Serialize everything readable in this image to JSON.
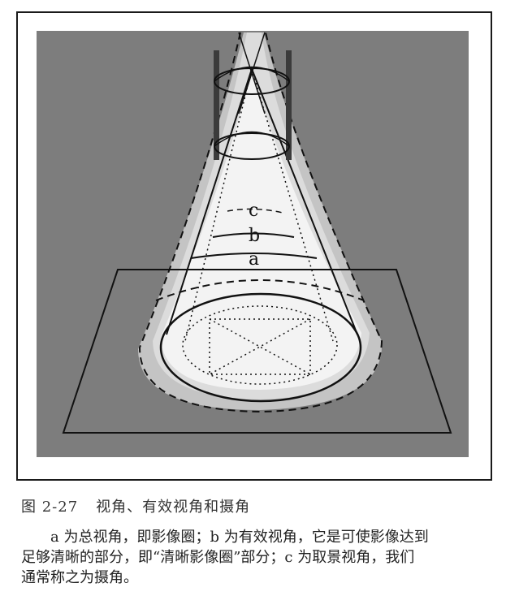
{
  "figure": {
    "labels": {
      "c": "c",
      "b": "b",
      "a": "a"
    },
    "colors": {
      "background": "#7d7d7d",
      "outer_cone": "#c4c4c4",
      "middle_cone": "#dcdcdc",
      "inner_cone": "#f3f3f3",
      "lens": "#5a5a5a",
      "lines": "#111111"
    }
  },
  "caption": {
    "figure_number": "图 2-27",
    "title": "视角、有效视角和摄角"
  },
  "body": {
    "line1": "a 为总视角，即影像圈；b 为有效视角，它是可使影像达到",
    "line2": "足够清晰的部分，即“清晰影像圈”部分；c 为取景视角，我们",
    "line3": "通常称之为摄角。"
  }
}
